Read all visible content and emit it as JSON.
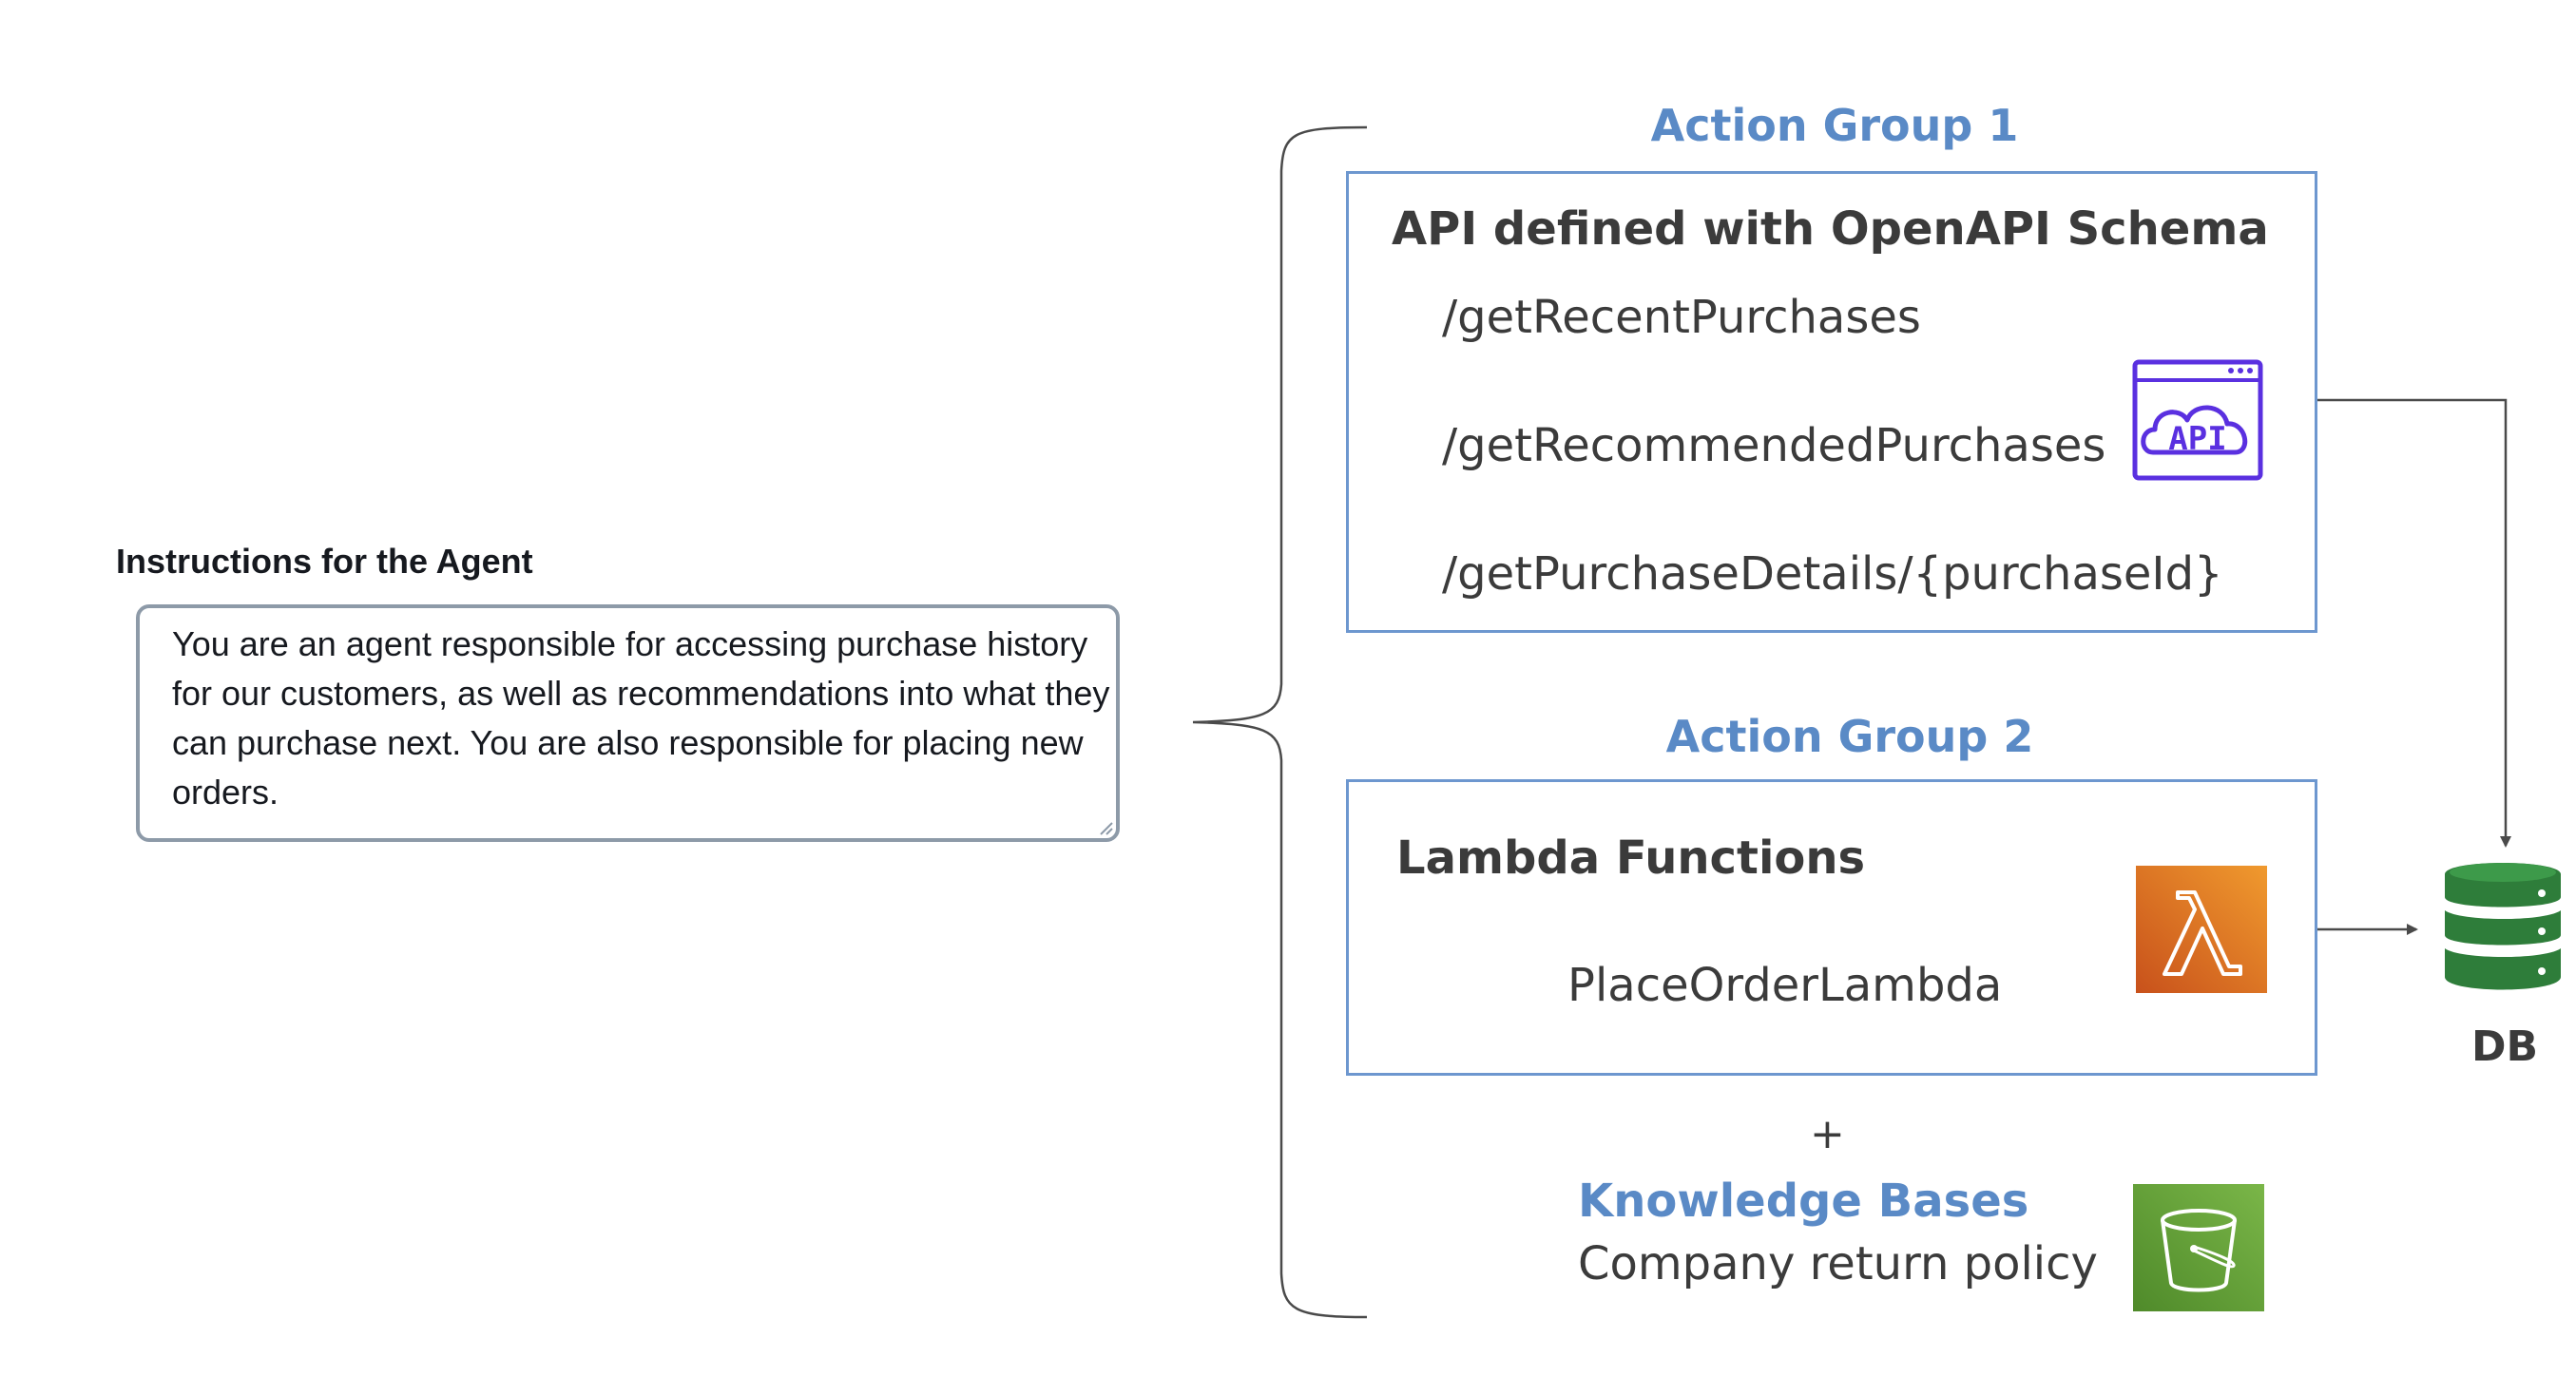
{
  "instructions": {
    "label": "Instructions for the Agent",
    "text": "You are an agent responsible for accessing purchase history for our customers, as well as recommendations into what they can purchase next. You are also responsible for placing new orders."
  },
  "action_group_1": {
    "title": "Action Group 1",
    "heading": "API defined with OpenAPI Schema",
    "endpoints": [
      "/getRecentPurchases",
      "/getRecommendedPurchases",
      "/getPurchaseDetails/{purchaseId}"
    ],
    "icon": "api-icon",
    "icon_text": "API",
    "icon_color": "#5a30e0"
  },
  "action_group_2": {
    "title": "Action Group 2",
    "heading": "Lambda Functions",
    "function": "PlaceOrderLambda",
    "icon": "lambda-icon",
    "icon_color": "#e8761c"
  },
  "connector": {
    "plus": "+"
  },
  "knowledge_bases": {
    "title": "Knowledge Bases",
    "subtitle": "Company return policy",
    "icon": "s3-bucket-icon",
    "icon_color": "#6aa035"
  },
  "database": {
    "label": "DB",
    "icon": "database-icon",
    "icon_color": "#2e7d3a"
  },
  "colors": {
    "accent": "#5a8ac6",
    "box_border": "#6d97cf",
    "text": "#3b3b3b"
  }
}
